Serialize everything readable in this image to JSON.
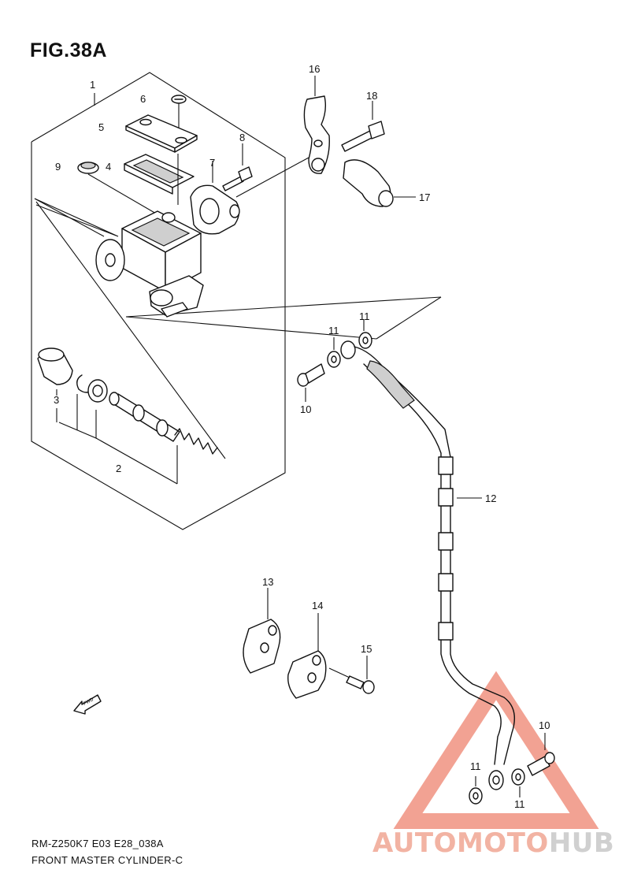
{
  "figure": {
    "title": "FIG.38A",
    "model_code": "RM-Z250K7 E03 E28_038A",
    "description": "FRONT MASTER CYLINDER-C"
  },
  "callouts": [
    "1",
    "2",
    "3",
    "4",
    "5",
    "6",
    "7",
    "8",
    "9",
    "10",
    "10",
    "11",
    "11",
    "11",
    "11",
    "12",
    "13",
    "14",
    "15",
    "16",
    "17",
    "18"
  ],
  "fwd_label": "FWD",
  "watermark": {
    "part1": "AUTOMOTO",
    "part2": "HUB",
    "color_primary": "#e8553a",
    "color_secondary": "#9a9a9a"
  }
}
